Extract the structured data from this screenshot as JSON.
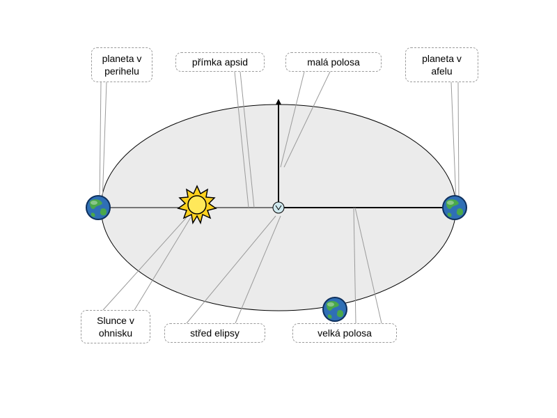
{
  "labels": {
    "perihelion": "planeta v\nperihelu",
    "apsides_line": "přímka apsid",
    "semi_minor_axis": "malá polosa",
    "aphelion": "planeta v\nafelu",
    "sun_in_focus": "Slunce v\nohnisku",
    "ellipse_center": "střed elipsy",
    "semi_major_axis": "velká polosa"
  },
  "colors": {
    "ellipse_fill": "#ebebeb",
    "ellipse_stroke": "#000000",
    "axis_line": "#000000",
    "leader_line": "#9a9a9a",
    "label_border": "#9a9a9a",
    "sun_fill": "#ffd21e",
    "sun_core": "#ffe85a",
    "ocean": "#2f6fb5",
    "land": "#4aa84a"
  },
  "icons": {
    "planet": "earth-globe-icon",
    "sun": "sun-icon",
    "center": "center-marker-icon"
  }
}
